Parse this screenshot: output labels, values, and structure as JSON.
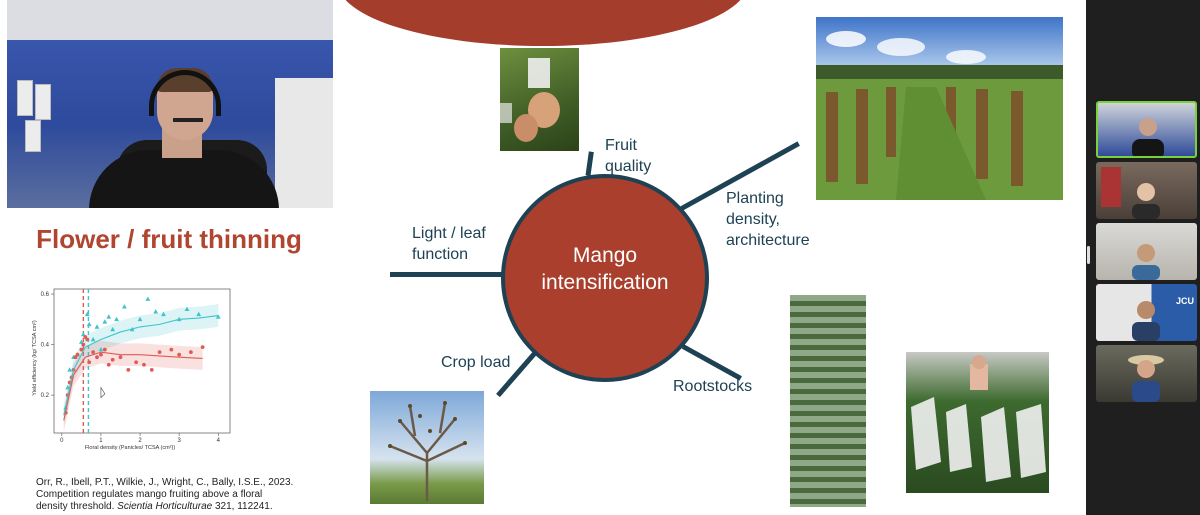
{
  "slide_left": {
    "title": "Flower / fruit thinning",
    "citation_line1": "Orr, R., Ibell, P.T., Wilkie, J., Wright, C., Bally, I.S.E., 2023.",
    "citation_line2": "Competition regulates mango fruiting above a floral",
    "citation_line3": "density threshold.",
    "citation_journal": "Scientia Horticulturae",
    "citation_tail": "321, 112241.",
    "chart": {
      "xlabel": "Floral density (Panicles/ TCSA (cm²))",
      "ylabel": "Yield efficiency (kg/ TCSA cm²)",
      "xticks": [
        "0",
        "1",
        "2",
        "3",
        "4"
      ],
      "yticks": [
        "0.2",
        "0.4",
        "0.6"
      ]
    }
  },
  "chart_data": {
    "type": "scatter",
    "title": "",
    "xlabel": "Floral density (Panicles/ TCSA (cm²))",
    "ylabel": "Yield efficiency (kg/ TCSA cm²)",
    "xlim": [
      -0.2,
      4.3
    ],
    "ylim": [
      0.05,
      0.62
    ],
    "grid": false,
    "thresholds": [
      0.55,
      0.68
    ],
    "series": [
      {
        "marker": "triangle",
        "color": "#3fc4cc",
        "points": [
          [
            0.1,
            0.15
          ],
          [
            0.15,
            0.23
          ],
          [
            0.2,
            0.3
          ],
          [
            0.3,
            0.35
          ],
          [
            0.4,
            0.36
          ],
          [
            0.5,
            0.41
          ],
          [
            0.55,
            0.44
          ],
          [
            0.65,
            0.52
          ],
          [
            0.7,
            0.48
          ],
          [
            0.8,
            0.42
          ],
          [
            0.9,
            0.47
          ],
          [
            1.0,
            0.38
          ],
          [
            1.1,
            0.49
          ],
          [
            1.2,
            0.51
          ],
          [
            1.3,
            0.46
          ],
          [
            1.4,
            0.5
          ],
          [
            1.6,
            0.55
          ],
          [
            1.8,
            0.46
          ],
          [
            2.0,
            0.5
          ],
          [
            2.2,
            0.58
          ],
          [
            2.4,
            0.53
          ],
          [
            2.6,
            0.52
          ],
          [
            3.0,
            0.5
          ],
          [
            3.2,
            0.54
          ],
          [
            3.5,
            0.52
          ],
          [
            4.0,
            0.51
          ]
        ],
        "curve": [
          [
            0.05,
            0.12
          ],
          [
            0.3,
            0.3
          ],
          [
            0.6,
            0.39
          ],
          [
            1.0,
            0.42
          ],
          [
            1.5,
            0.45
          ],
          [
            2.0,
            0.47
          ],
          [
            2.5,
            0.48
          ],
          [
            3.0,
            0.5
          ],
          [
            3.5,
            0.505
          ],
          [
            4.0,
            0.515
          ]
        ]
      },
      {
        "marker": "circle",
        "color": "#e05b55",
        "points": [
          [
            0.1,
            0.13
          ],
          [
            0.15,
            0.2
          ],
          [
            0.2,
            0.25
          ],
          [
            0.25,
            0.27
          ],
          [
            0.3,
            0.3
          ],
          [
            0.35,
            0.35
          ],
          [
            0.4,
            0.36
          ],
          [
            0.5,
            0.38
          ],
          [
            0.55,
            0.4
          ],
          [
            0.6,
            0.43
          ],
          [
            0.65,
            0.42
          ],
          [
            0.7,
            0.33
          ],
          [
            0.8,
            0.37
          ],
          [
            0.9,
            0.35
          ],
          [
            1.0,
            0.36
          ],
          [
            1.1,
            0.38
          ],
          [
            1.2,
            0.32
          ],
          [
            1.3,
            0.34
          ],
          [
            1.5,
            0.35
          ],
          [
            1.7,
            0.3
          ],
          [
            1.9,
            0.33
          ],
          [
            2.1,
            0.32
          ],
          [
            2.3,
            0.3
          ],
          [
            2.5,
            0.37
          ],
          [
            2.8,
            0.38
          ],
          [
            3.0,
            0.36
          ],
          [
            3.3,
            0.37
          ],
          [
            3.6,
            0.39
          ]
        ],
        "curve": [
          [
            0.05,
            0.1
          ],
          [
            0.3,
            0.28
          ],
          [
            0.6,
            0.35
          ],
          [
            1.0,
            0.37
          ],
          [
            1.5,
            0.36
          ],
          [
            2.0,
            0.36
          ],
          [
            2.5,
            0.355
          ],
          [
            3.0,
            0.35
          ],
          [
            3.6,
            0.345
          ]
        ]
      }
    ]
  },
  "slide_main": {
    "center_line1": "Mango",
    "center_line2": "intensification",
    "topics": {
      "fruit_quality_1": "Fruit",
      "fruit_quality_2": "quality",
      "planting_1": "Planting",
      "planting_2": "density,",
      "planting_3": "architecture",
      "light_1": "Light / leaf",
      "light_2": "function",
      "crop_load": "Crop load",
      "rootstocks": "Rootstocks"
    },
    "colors": {
      "accent": "#a93f2c",
      "branch": "#1e4154"
    }
  },
  "participants": [
    {
      "active": true
    },
    {
      "active": false
    },
    {
      "active": false
    },
    {
      "active": false,
      "badge": "JCU"
    },
    {
      "active": false
    }
  ]
}
